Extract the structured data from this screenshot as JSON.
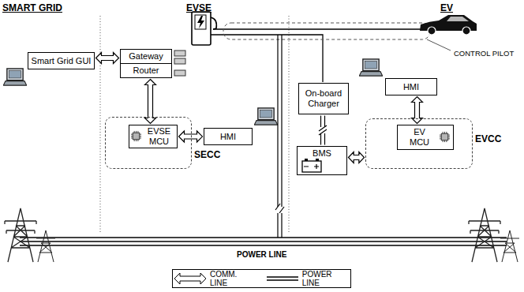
{
  "diagram": {
    "nodes": [
      {
        "text": [
          "Smart Grid GUI"
        ]
      },
      {
        "text": [
          "Gateway"
        ]
      },
      {
        "text": [
          "Router"
        ]
      },
      {
        "text": [
          "SECC"
        ]
      },
      {
        "text": [
          "EVSE MCU"
        ],
        "in": 3
      },
      {
        "text": [
          "HMI"
        ]
      },
      {
        "text": [
          "On-board Charger"
        ]
      },
      {
        "text": [
          "HMI"
        ]
      },
      {
        "text": [
          "BMS"
        ]
      },
      {
        "text": [
          "EVCC"
        ]
      },
      {
        "text": [
          "EV MCU"
        ],
        "in": 9
      }
    ],
    "edges": [
      {
        "from": 0,
        "to": 1,
        "arrow": "both"
      },
      {
        "from": 2,
        "to": 4,
        "arrow": "both"
      },
      {
        "from": 4,
        "to": 5,
        "arrow": "both"
      },
      {
        "from": 6,
        "to": 8,
        "arrow": "none"
      },
      {
        "from": 7,
        "to": 10,
        "arrow": "both"
      },
      {
        "from": 8,
        "to": 9,
        "arrow": "both"
      }
    ],
    "labels": [
      "SMART GRID",
      "EVSE",
      "EV",
      "CONTROL PILOT",
      "POWER LINE"
    ],
    "legend": [
      {
        "text": "COMM. LINE"
      },
      {
        "text": "POWER LINE"
      }
    ]
  }
}
